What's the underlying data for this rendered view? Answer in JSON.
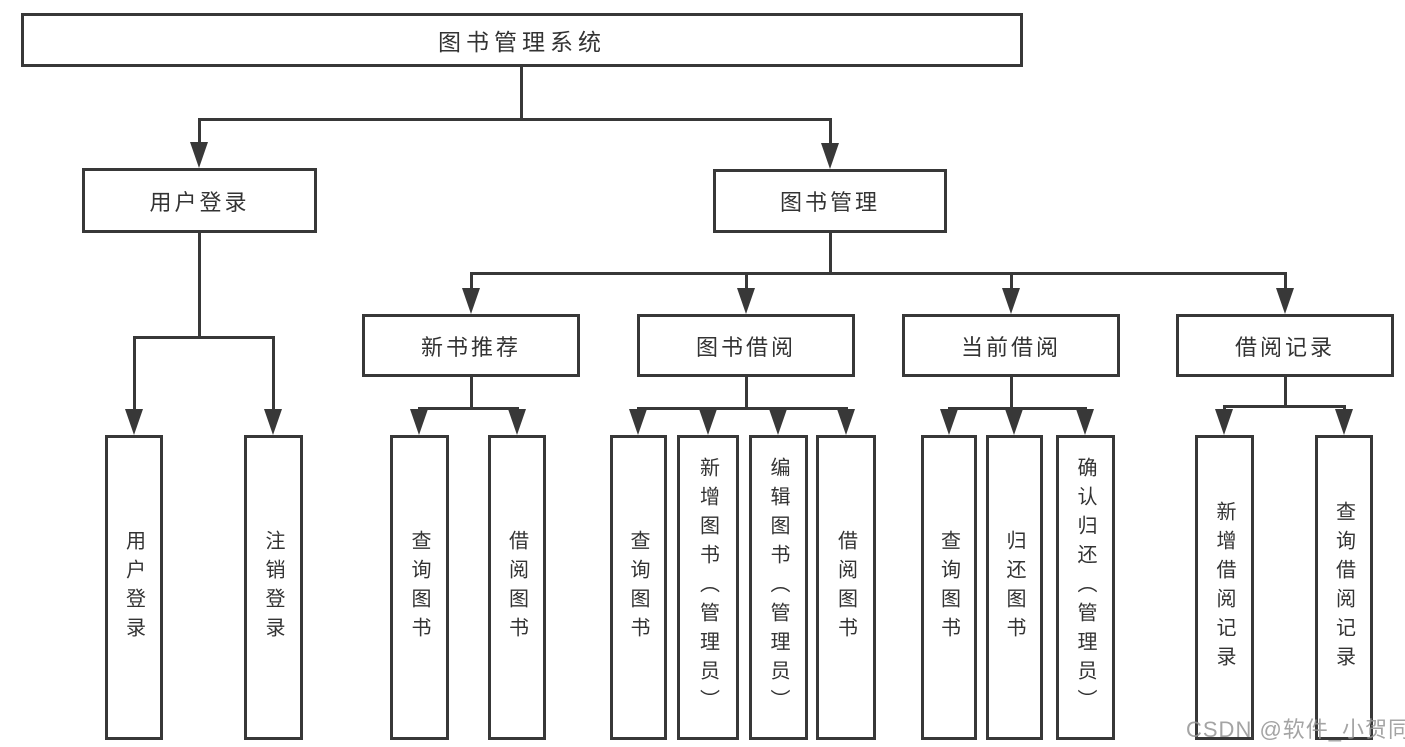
{
  "tree": {
    "root": "图书管理系统",
    "branches": [
      {
        "label": "用户登录",
        "children": [
          "用户登录",
          "注销登录"
        ]
      },
      {
        "label": "图书管理",
        "groups": [
          {
            "label": "新书推荐",
            "children": [
              "查询图书",
              "借阅图书"
            ]
          },
          {
            "label": "图书借阅",
            "children": [
              "查询图书",
              "新增图书（管理员）",
              "编辑图书（管理员）",
              "借阅图书"
            ]
          },
          {
            "label": "当前借阅",
            "children": [
              "查询图书",
              "归还图书",
              "确认归还（管理员）"
            ]
          },
          {
            "label": "借阅记录",
            "children": [
              "新增借阅记录",
              "查询借阅记录"
            ]
          }
        ]
      }
    ]
  },
  "watermark": "CSDN @软件_小贺同学",
  "colors": {
    "line": "#383838",
    "text": "#333333",
    "background": "#ffffff",
    "watermark": "#949494"
  }
}
